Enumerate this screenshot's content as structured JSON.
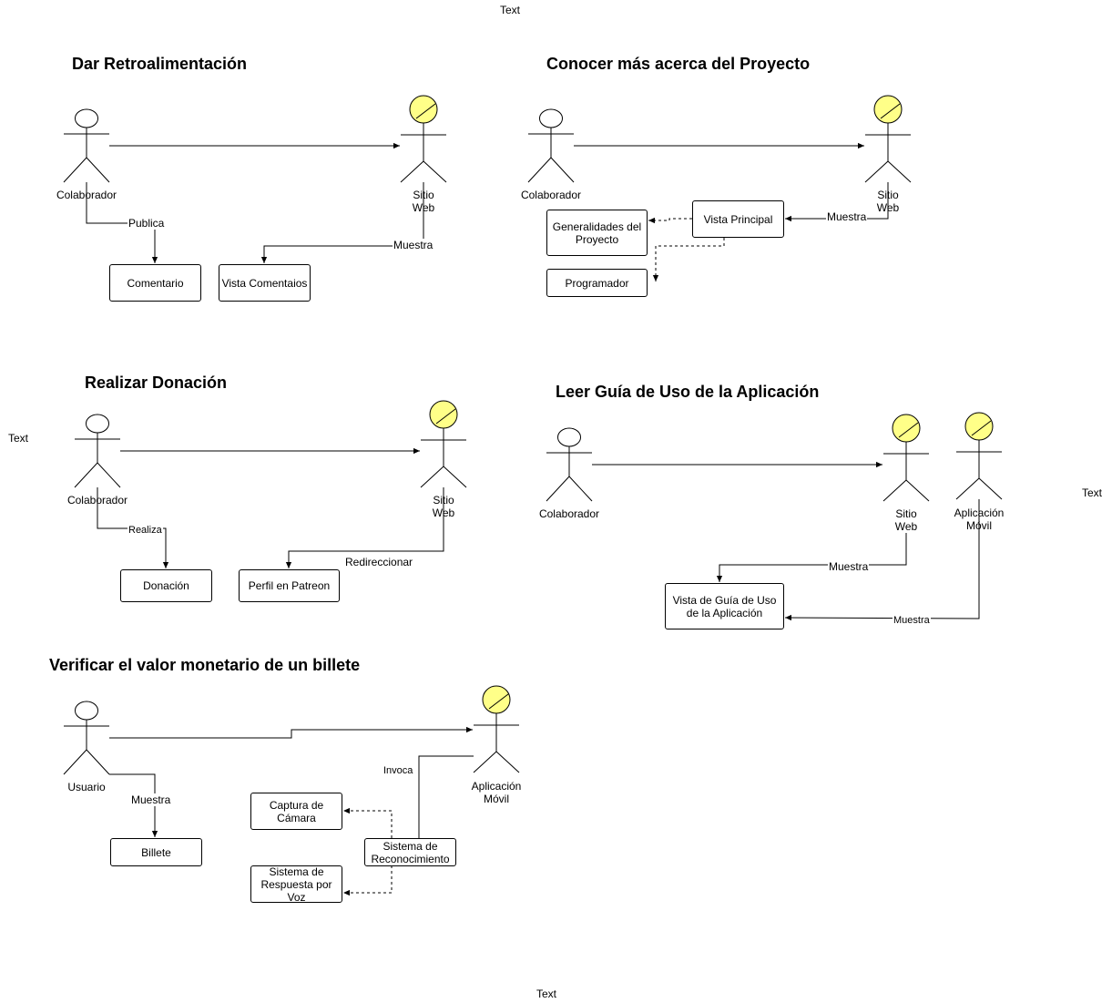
{
  "free_texts": [
    "Text",
    "Text",
    "Text",
    "Text"
  ],
  "sections": {
    "feedback": {
      "title": "Dar Retroalimentación",
      "actor_user": "Colaborador",
      "actor_system": "Sitio\nWeb",
      "edge_publica": "Publica",
      "edge_muestra": "Muestra",
      "box_comentario": "Comentario",
      "box_vista": "Vista Comentaios"
    },
    "project": {
      "title": "Conocer más acerca del Proyecto",
      "actor_user": "Colaborador",
      "actor_system": "Sitio\nWeb",
      "edge_muestra": "Muestra",
      "box_principal": "Vista Principal",
      "box_generalidades": "Generalidades del Proyecto",
      "box_programador": "Programador"
    },
    "donation": {
      "title": "Realizar Donación",
      "actor_user": "Colaborador",
      "actor_system": "Sitio\nWeb",
      "edge_realiza": "Realiza",
      "edge_redireccionar": "Redireccionar",
      "box_donacion": "Donación",
      "box_patreon": "Perfil en Patreon"
    },
    "guide": {
      "title": "Leer Guía de Uso de la Aplicación",
      "actor_user": "Colaborador",
      "actor_system": "Sitio\nWeb",
      "actor_app": "Aplicación\nMóvil",
      "edge_muestra_web": "Muestra",
      "edge_muestra_app": "Muestra",
      "box_guia": "Vista de Guía de Uso de la Aplicación"
    },
    "verify": {
      "title": "Verificar el valor monetario de un billete",
      "actor_user": "Usuario",
      "actor_app": "Aplicación\nMóvil",
      "edge_muestra": "Muestra",
      "edge_invoca": "Invoca",
      "box_billete": "Billete",
      "box_captura": "Captura de Cámara",
      "box_reconocimiento": "Sistema de Reconocimiento",
      "box_respuesta": "Sistema de Respuesta por Voz"
    }
  },
  "colors": {
    "line": "#000000",
    "system_actor_fill": "#ffff88",
    "user_actor_fill": "#ffffff",
    "background": "#ffffff"
  }
}
